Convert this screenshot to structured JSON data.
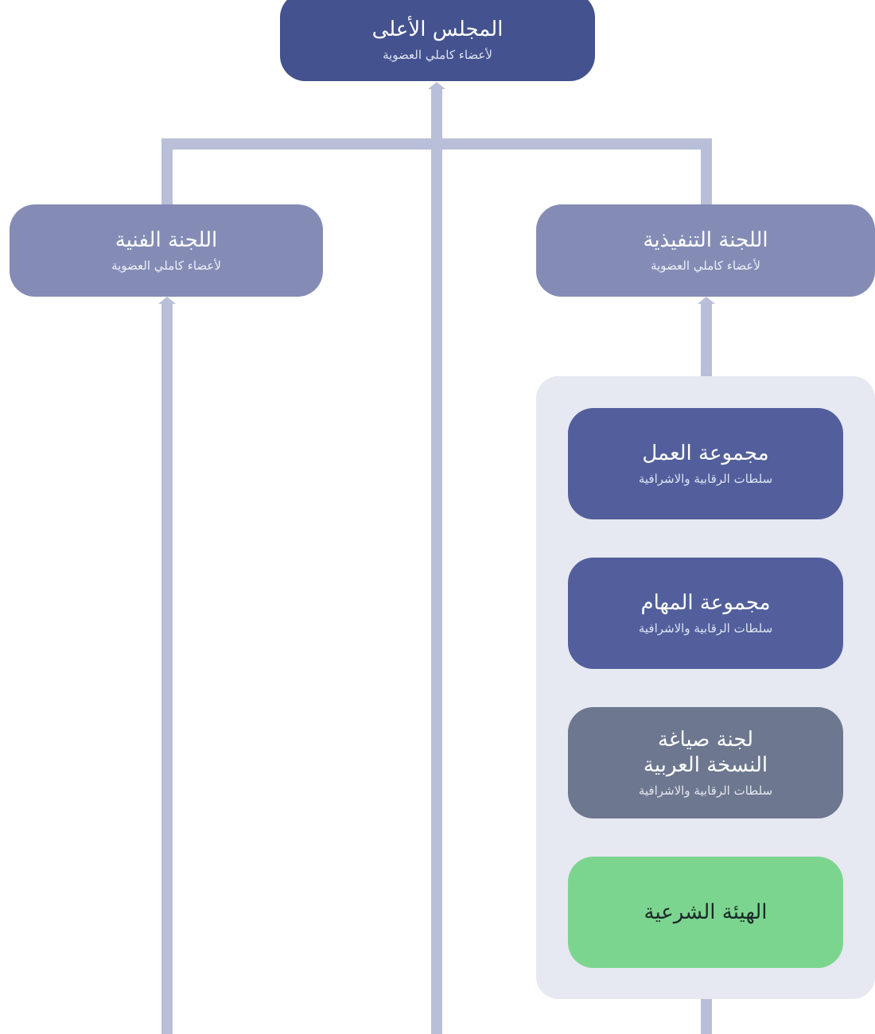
{
  "colors": {
    "connector": "#b9bfd8",
    "top_node": "#44528f",
    "committee_node": "#848cb6",
    "group_node": "#525f9c",
    "drafting_node": "#6d778f",
    "sharia_node": "#7cd58f",
    "container": "#e6e8f2"
  },
  "top": {
    "title": "المجلس الأعلى",
    "subtitle": "لأعضاء كاملي العضوية"
  },
  "committees": {
    "executive": {
      "title": "اللجنة التنفيذية",
      "subtitle": "لأعضاء كاملي العضوية"
    },
    "technical": {
      "title": "اللجنة الفنية",
      "subtitle": "لأعضاء كاملي العضوية"
    }
  },
  "executive_groups": [
    {
      "title": "مجموعة العمل",
      "subtitle": "سلطات الرقابية والاشرافية"
    },
    {
      "title": "مجموعة المهام",
      "subtitle": "سلطات الرقابية والاشرافية"
    },
    {
      "title": "لجنة صياغة\nالنسخة العربية",
      "subtitle": "سلطات الرقابية والاشرافية"
    },
    {
      "title": "الهيئة الشرعية"
    }
  ]
}
